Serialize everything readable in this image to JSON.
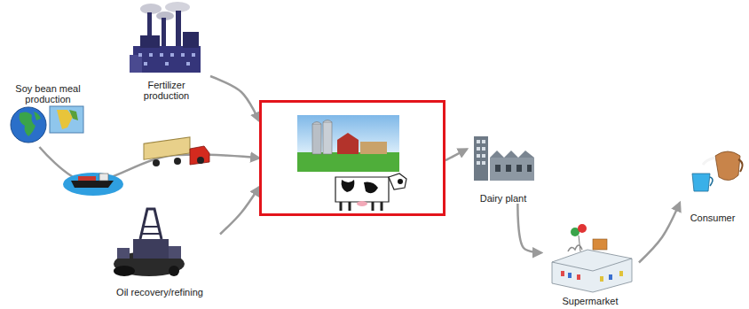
{
  "diagram": {
    "nodes": [
      {
        "text": [
          "Soy bean meal production"
        ]
      },
      {
        "text": [
          "Fertilizer production"
        ]
      },
      {
        "text": [
          "Oil recovery/refining"
        ]
      },
      {
        "text": []
      },
      {
        "text": [
          "Dairy plant"
        ]
      },
      {
        "text": [
          "Supermarket"
        ]
      },
      {
        "text": [
          "Consumer"
        ]
      }
    ],
    "edges": [
      {
        "from": 0,
        "to": 3,
        "arrow": "to"
      },
      {
        "from": 1,
        "to": 3,
        "arrow": "to"
      },
      {
        "from": 2,
        "to": 3,
        "arrow": "to"
      },
      {
        "from": 3,
        "to": 4,
        "arrow": "to"
      },
      {
        "from": 4,
        "to": 5,
        "arrow": "to"
      },
      {
        "from": 5,
        "to": 6,
        "arrow": "to"
      }
    ]
  }
}
